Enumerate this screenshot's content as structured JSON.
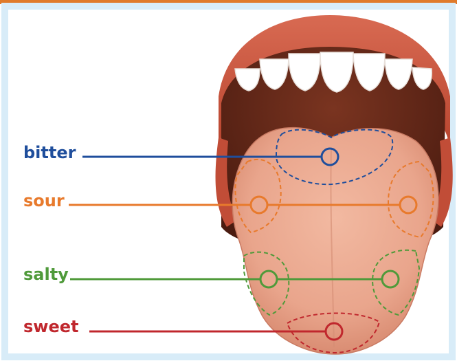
{
  "labels": {
    "bitter": "bitter",
    "sour": "sour",
    "salty": "salty",
    "sweet": "sweet"
  },
  "colors": {
    "bitter": "#1f4e9c",
    "sour": "#e87a2c",
    "salty": "#4f9a3a",
    "sweet": "#c0272d",
    "frame_border": "#d8ecf8",
    "top_bar": "#e07a2a",
    "lip": "#c9553e",
    "mouth_dark": "#5a2416",
    "tongue": "#eaa990",
    "tooth": "#ffffff"
  }
}
